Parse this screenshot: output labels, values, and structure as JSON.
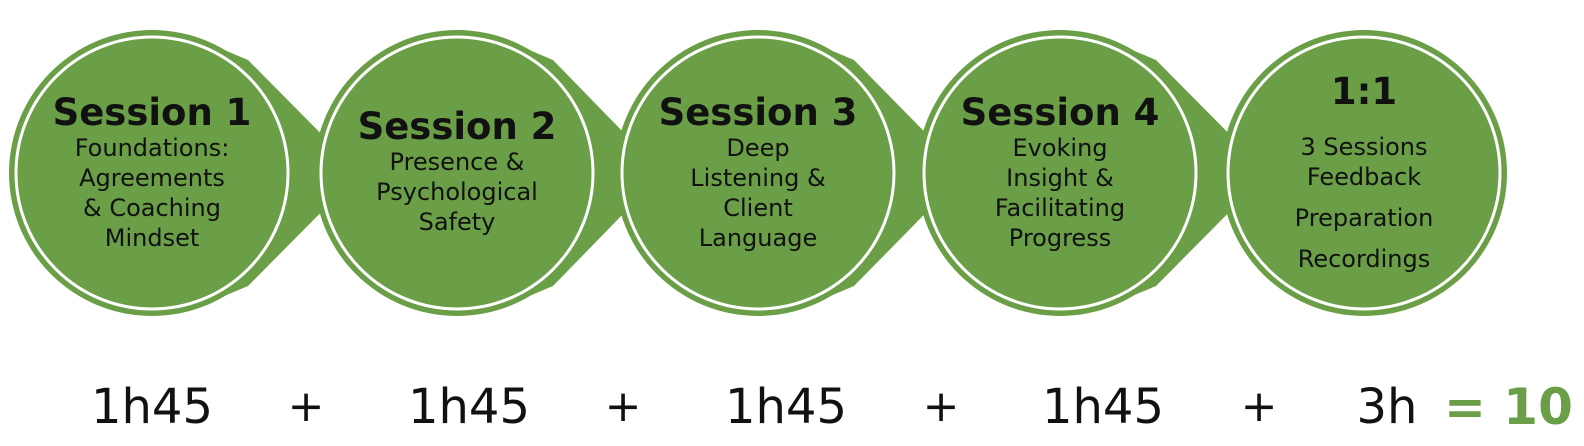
{
  "colors": {
    "fill": "#6a9f47",
    "ring": "#ffffff",
    "text": "#111111",
    "total": "#6a9f47"
  },
  "sessions": [
    {
      "title": "Session 1",
      "lines": [
        "Foundations:",
        "Agreements",
        "& Coaching",
        "Mindset"
      ]
    },
    {
      "title": "Session 2",
      "lines": [
        "Presence &",
        "Psychological",
        "Safety"
      ]
    },
    {
      "title": "Session 3",
      "lines": [
        "Deep",
        "Listening &",
        "Client",
        "Language"
      ]
    },
    {
      "title": "Session 4",
      "lines": [
        "Evoking",
        "Insight &",
        "Facilitating",
        "Progress"
      ]
    },
    {
      "title": "1:1",
      "lines": [
        "3 Sessions",
        "Feedback",
        "Preparation",
        "Recordings"
      ]
    }
  ],
  "timeline": {
    "durations": [
      "1h45",
      "1h45",
      "1h45",
      "1h45",
      "3h"
    ],
    "operator": "+",
    "total": "= 10"
  }
}
